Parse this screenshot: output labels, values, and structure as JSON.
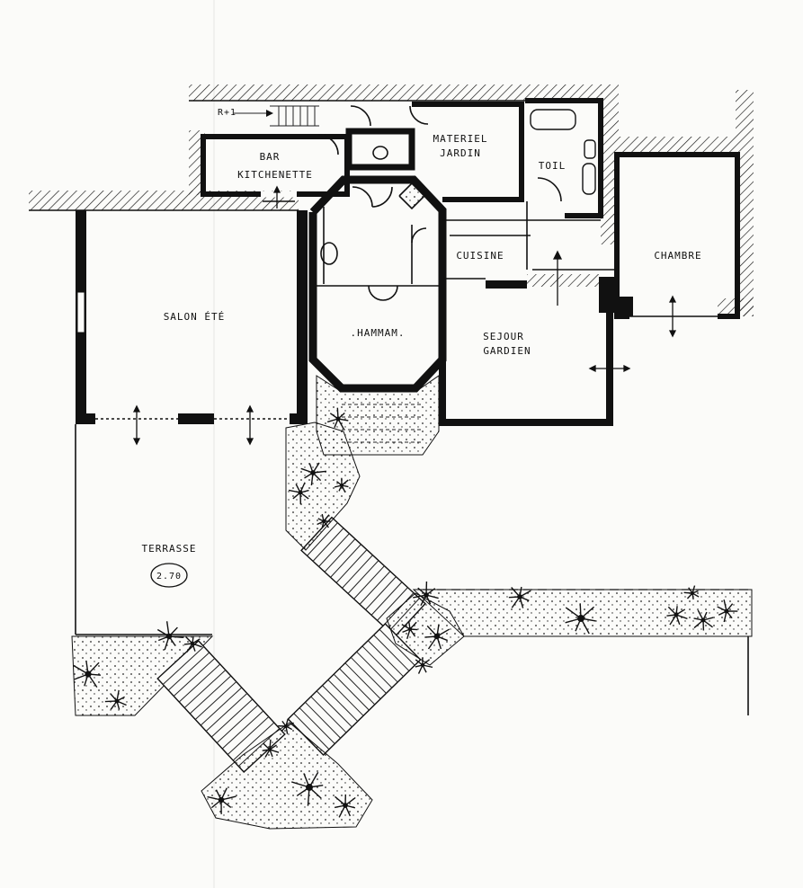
{
  "labels": {
    "r1": "R+1",
    "bar_line1": "BAR",
    "bar_line2": "KITCHENETTE",
    "materiel_line1": "MATERIEL",
    "materiel_line2": "JARDIN",
    "toil": "TOIL",
    "cuisine": "CUISINE",
    "chambre": "CHAMBRE",
    "salon": "SALON ÉTÉ",
    "hammam": ".HAMMAM.",
    "sejour_line1": "SEJOUR",
    "sejour_line2": "GARDIEN",
    "terrasse": "TERRASSE",
    "level": "2.70"
  }
}
